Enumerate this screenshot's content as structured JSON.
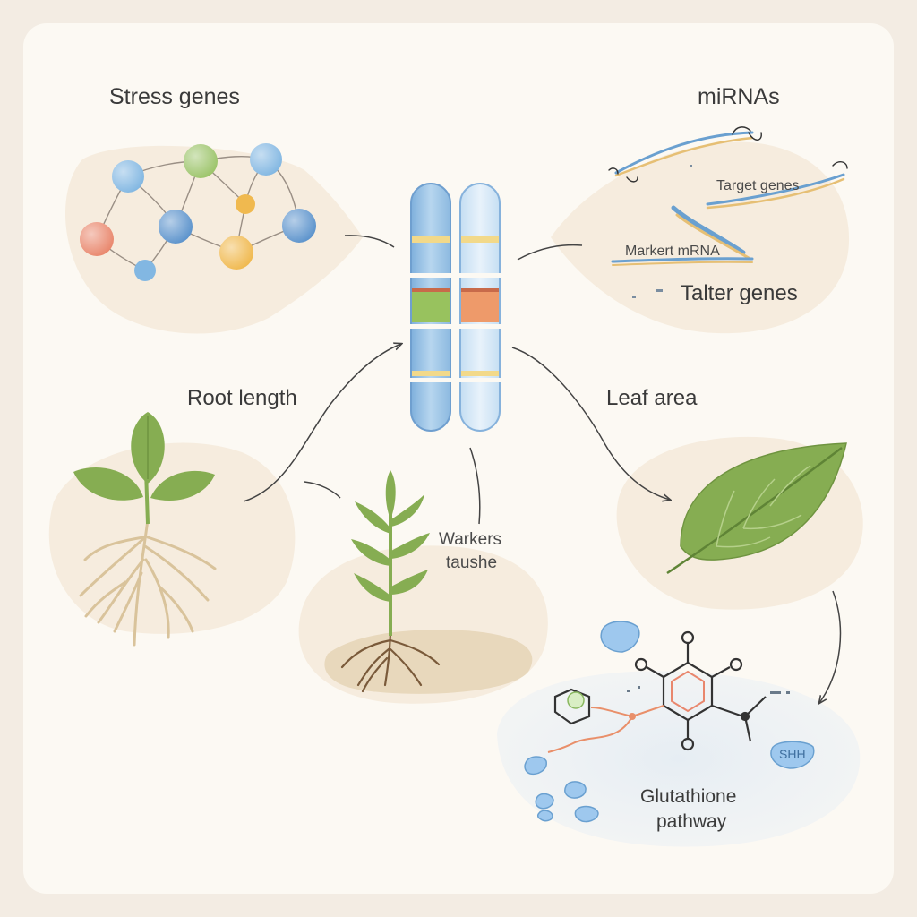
{
  "labels": {
    "stress_genes": "Stress genes",
    "mirnas": "miRNAs",
    "target_genes": "Target genes",
    "markert_mrna": "Markert mRNA",
    "talter_genes": "Talter genes",
    "root_length": "Root length",
    "leaf_area": "Leaf area",
    "warkers_line1": "Warkers",
    "warkers_line2": "taushe",
    "glutathione_line1": "Glutathione",
    "glutathione_line2": "pathway",
    "shh": "SHH"
  },
  "colors": {
    "background": "#f3ece3",
    "panel": "#fcf9f3",
    "blob": "#f5ead9",
    "node_blue": "#7fb5e0",
    "node_green": "#9cc46a",
    "node_orange": "#e9876d",
    "node_yellow": "#f0b94f",
    "leaf_green": "#86ad52",
    "root_tan": "#d9c39b",
    "chromosome_blue": "#a9cde9"
  },
  "icons": [
    "gene-network-icon",
    "mirna-strand-icon",
    "chromosome-icon",
    "seedling-with-roots-icon",
    "sprout-in-soil-icon",
    "leaf-icon",
    "molecule-ring-icon",
    "water-droplet-icon"
  ]
}
